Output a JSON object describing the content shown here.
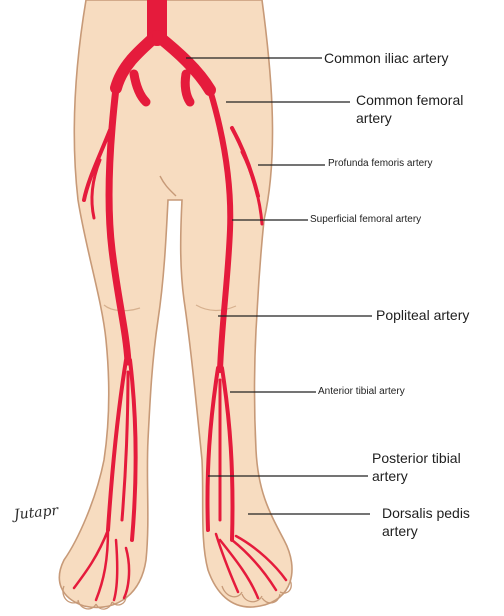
{
  "title": "",
  "labels": {
    "common_iliac": "Common iliac artery",
    "common_femoral": [
      "Common femoral",
      "artery"
    ],
    "profunda_femoris": "Profunda femoris artery",
    "superficial_femoral": "Superficial femoral artery",
    "popliteal": "Popliteal artery",
    "anterior_tibial": "Anterior tibial artery",
    "posterior_tibial": [
      "Posterior tibial",
      "artery"
    ],
    "dorsalis_pedis": [
      "Dorsalis pedis",
      "artery"
    ]
  },
  "signature": "Jutapr",
  "colors": {
    "skin": "#f7dcc0",
    "skin_outline": "#c79a78",
    "artery": "#e51b3c",
    "label_text": "#1e1e1e"
  }
}
